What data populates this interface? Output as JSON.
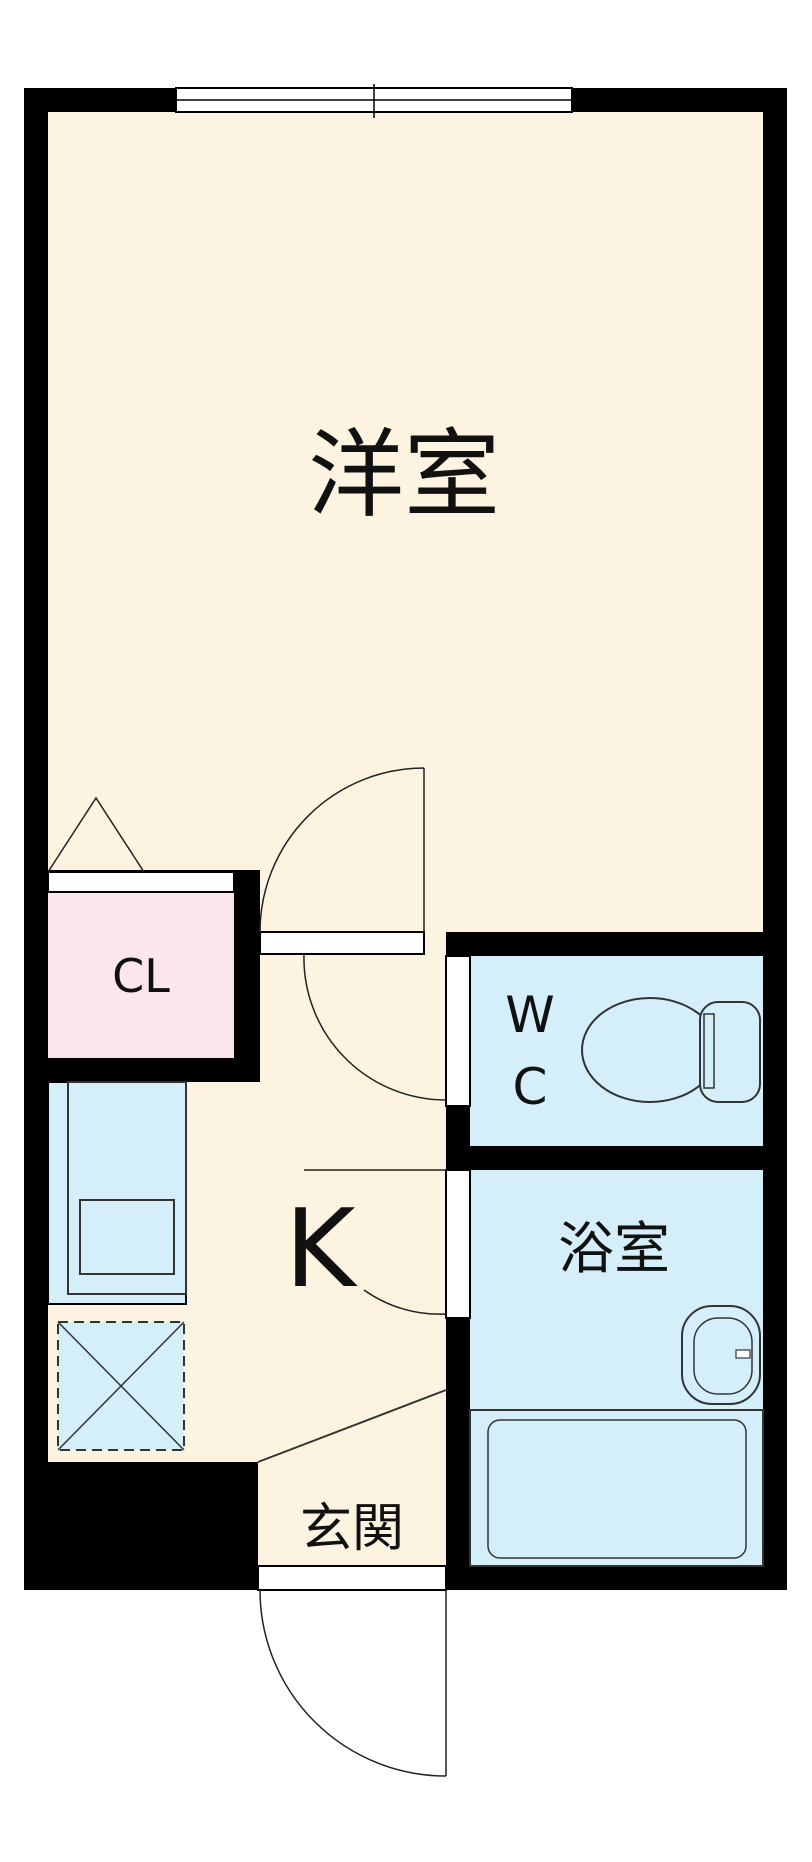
{
  "floorplan": {
    "rooms": {
      "western_room": "洋室",
      "closet": "CL",
      "toilet_w": "W",
      "toilet_c": "C",
      "kitchen": "K",
      "bathroom": "浴室",
      "entrance": "玄関"
    },
    "colors": {
      "wall": "#000000",
      "floor": "#fcf4e0",
      "closet": "#fbe6ef",
      "wet_area": "#d4eefa",
      "fixture_line": "#333333"
    }
  }
}
